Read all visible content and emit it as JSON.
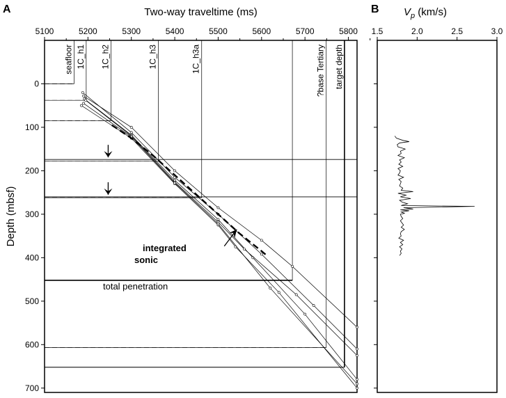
{
  "chart_data": [
    {
      "panel": "A",
      "type": "line",
      "title": "Two-way traveltime (ms)",
      "ylabel": "Depth (mbsf)",
      "x_ticks": [
        5100,
        5200,
        5300,
        5400,
        5500,
        5600,
        5700,
        5800
      ],
      "y_ticks": [
        0,
        100,
        200,
        300,
        400,
        500,
        600,
        700
      ],
      "xlim": [
        5100,
        5820
      ],
      "ylim": [
        -100,
        710
      ],
      "y_inverted": true,
      "horizons": [
        {
          "label": "seafloor",
          "twt": 5168,
          "depth": 0
        },
        {
          "label": "1C_h1",
          "twt": 5196,
          "depth": 38
        },
        {
          "label": "1C_h2",
          "twt": 5253,
          "depth": 85
        },
        {
          "label": "1C_h3",
          "twt": 5362,
          "depth": 178
        },
        {
          "label": "1C_h3a",
          "twt": 5462,
          "depth": 262
        },
        {
          "label": "total penetration",
          "twt": 5671,
          "depth": 452
        },
        {
          "label": "?base Tertiary",
          "twt": 5749,
          "depth": 607
        },
        {
          "label": "target depth",
          "twt": 5791,
          "depth": 652
        }
      ],
      "solid_depth_lines": [
        174,
        260,
        452,
        652
      ],
      "dashed_depth_lines": [
        0,
        38,
        85,
        178,
        262,
        607
      ],
      "arrow_depths": [
        174,
        260
      ],
      "series": [
        {
          "values": [
            [
              5190,
              28
            ],
            [
              5300,
              100
            ],
            [
              5400,
              200
            ],
            [
              5500,
              285
            ],
            [
              5600,
              360
            ],
            [
              5671,
              420
            ],
            [
              5820,
              560
            ]
          ]
        },
        {
          "values": [
            [
              5188,
              20
            ],
            [
              5300,
              112
            ],
            [
              5400,
              215
            ],
            [
              5500,
              300
            ],
            [
              5600,
              392
            ],
            [
              5720,
              510
            ],
            [
              5820,
              610
            ]
          ]
        },
        {
          "values": [
            [
              5192,
              35
            ],
            [
              5300,
              118
            ],
            [
              5400,
              222
            ],
            [
              5500,
              312
            ],
            [
              5580,
              400
            ],
            [
              5700,
              530
            ],
            [
              5820,
              680
            ]
          ]
        },
        {
          "values": [
            [
              5195,
              38
            ],
            [
              5300,
              120
            ],
            [
              5400,
              226
            ],
            [
              5500,
              318
            ],
            [
              5560,
              380
            ],
            [
              5680,
              485
            ],
            [
              5820,
              625
            ]
          ]
        },
        {
          "values": [
            [
              5185,
              50
            ],
            [
              5300,
              125
            ],
            [
              5400,
              230
            ],
            [
              5500,
              325
            ],
            [
              5540,
              375
            ],
            [
              5640,
              480
            ],
            [
              5820,
              700
            ]
          ]
        },
        {
          "values": [
            [
              5190,
              45
            ],
            [
              5300,
              122
            ],
            [
              5400,
              228
            ],
            [
              5500,
              322
            ],
            [
              5620,
              470
            ],
            [
              5820,
              690
            ]
          ]
        }
      ],
      "integrated_sonic": {
        "label": "integrated sonic",
        "values": [
          [
            5255,
            95
          ],
          [
            5300,
            125
          ],
          [
            5350,
            165
          ],
          [
            5400,
            210
          ],
          [
            5450,
            255
          ],
          [
            5500,
            300
          ],
          [
            5550,
            345
          ],
          [
            5600,
            385
          ],
          [
            5612,
            395
          ]
        ]
      },
      "annotations": {
        "integrated_sonic": [
          "integrated",
          "sonic"
        ],
        "total_penetration": "total penetration"
      }
    },
    {
      "panel": "B",
      "type": "line",
      "title": "V_p (km/s)",
      "title_main": "V",
      "title_sub": "p",
      "title_unit": " (km/s)",
      "x_ticks": [
        1.5,
        2.0,
        2.5,
        3.0
      ],
      "x_tick_labels": [
        "1.5",
        "2.0",
        "2.5",
        "3.0"
      ],
      "xlim": [
        1.5,
        3.0
      ],
      "ylim": [
        -100,
        710
      ],
      "y_inverted": true,
      "series": [
        {
          "depth": [
            120,
            125,
            130,
            133,
            136,
            140,
            145,
            150,
            155,
            160,
            165,
            170,
            175,
            180,
            185,
            190,
            195,
            200,
            205,
            210,
            215,
            220,
            225,
            230,
            235,
            240,
            245,
            248,
            252,
            256,
            260,
            264,
            268,
            272,
            276,
            280,
            282,
            285,
            288,
            290,
            292,
            295,
            298,
            300,
            305,
            310,
            315,
            320,
            325,
            330,
            335,
            340,
            345,
            350,
            355,
            360,
            365,
            370,
            375,
            380,
            385,
            390,
            395
          ],
          "vp": [
            1.72,
            1.74,
            1.82,
            1.9,
            1.78,
            1.75,
            1.76,
            1.85,
            1.79,
            1.8,
            1.76,
            1.84,
            1.78,
            1.8,
            1.77,
            1.82,
            1.76,
            1.79,
            1.78,
            1.76,
            1.83,
            1.77,
            1.8,
            1.79,
            1.78,
            1.82,
            1.8,
            1.95,
            1.76,
            1.86,
            1.79,
            1.92,
            1.78,
            1.81,
            1.88,
            1.8,
            2.72,
            1.83,
            1.95,
            1.79,
            1.9,
            1.8,
            1.84,
            1.79,
            1.8,
            1.82,
            1.79,
            1.81,
            1.83,
            1.8,
            1.84,
            1.8,
            1.79,
            1.8,
            1.77,
            1.83,
            1.79,
            1.82,
            1.78,
            1.81,
            1.79,
            1.8,
            1.78
          ]
        }
      ]
    }
  ]
}
